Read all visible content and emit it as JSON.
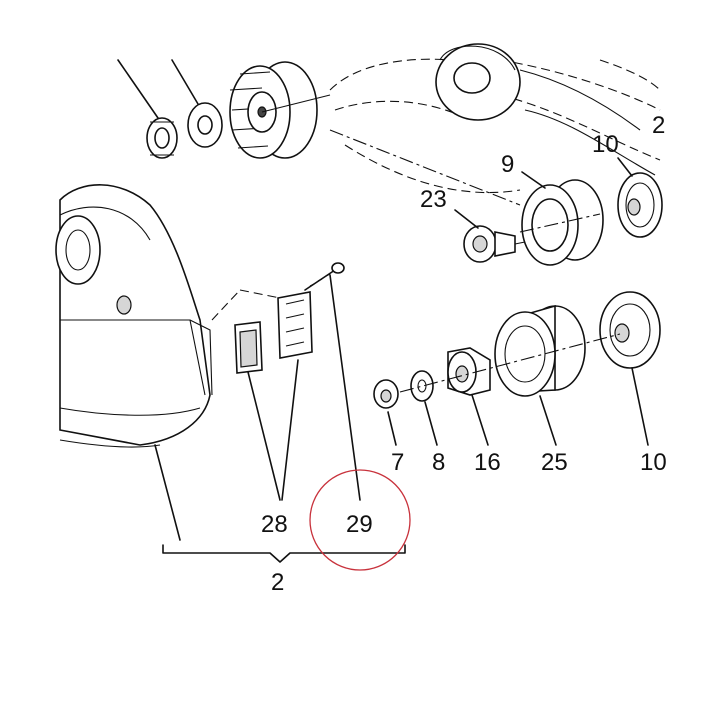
{
  "labels": {
    "l2": "2",
    "l7": "7",
    "l8": "8",
    "l9": "9",
    "l10a": "10",
    "l10b": "10",
    "l16": "16",
    "l23": "23",
    "l25": "25",
    "l28": "28",
    "l29": "29",
    "cut": "2"
  },
  "highlight": {
    "target_label": "29",
    "color": "#c8323c"
  }
}
